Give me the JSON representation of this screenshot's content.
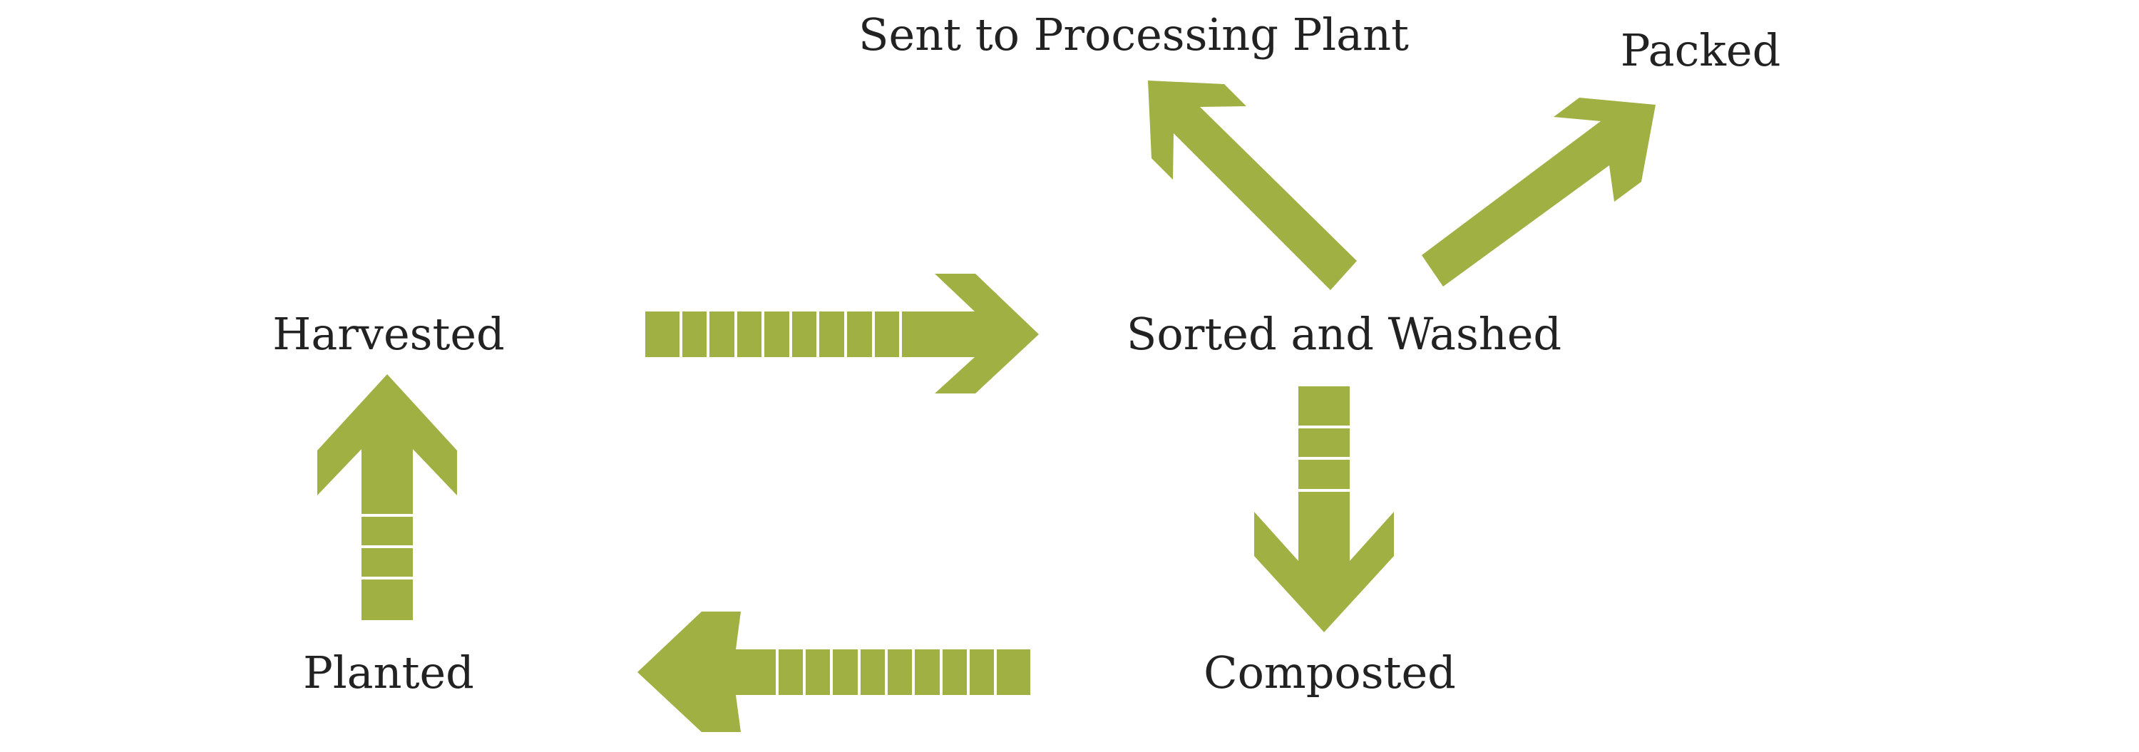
{
  "colors": {
    "arrow": "#a0b042",
    "text": "#222222",
    "background": "#ffffff"
  },
  "nodes": {
    "harvested": "Harvested",
    "planted": "Planted",
    "sorted_washed": "Sorted and Washed",
    "composted": "Composted",
    "processing_plant": "Sent to Processing Plant",
    "packed": "Packed"
  },
  "edges": [
    {
      "from": "Planted",
      "to": "Harvested",
      "style": "segmented"
    },
    {
      "from": "Harvested",
      "to": "Sorted and Washed",
      "style": "segmented"
    },
    {
      "from": "Sorted and Washed",
      "to": "Composted",
      "style": "segmented"
    },
    {
      "from": "Composted",
      "to": "Planted",
      "style": "segmented"
    },
    {
      "from": "Sorted and Washed",
      "to": "Sent to Processing Plant",
      "style": "solid"
    },
    {
      "from": "Sorted and Washed",
      "to": "Packed",
      "style": "solid"
    }
  ]
}
